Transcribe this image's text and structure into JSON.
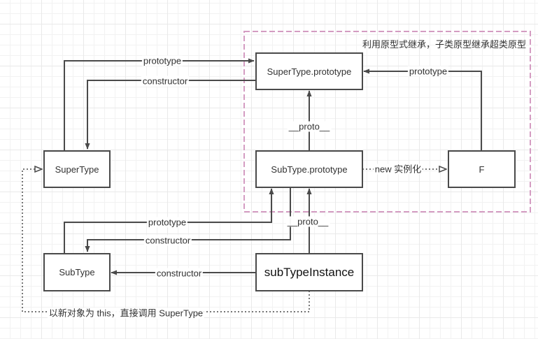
{
  "diagram": {
    "group": {
      "title": "利用原型式继承，子类原型继承超类原型",
      "border_color": "#d49cc2"
    },
    "nodes": {
      "supertype_prototype": "SuperType.prototype",
      "subtype_prototype": "SubType.prototype",
      "f": "F",
      "supertype": "SuperType",
      "subtype": "SubType",
      "subtype_instance": "subTypeInstance"
    },
    "edges": {
      "supertype_to_supertype_prototype": "prototype",
      "supertype_prototype_to_supertype": "constructor",
      "f_to_supertype_prototype": "prototype",
      "subtype_prototype_to_supertype_prototype": "__proto__",
      "subtype_prototype_to_f": "new 实例化",
      "subtype_to_subtype_prototype": "prototype",
      "subtype_prototype_to_subtype": "constructor",
      "instance_to_subtype_prototype": "__proto__",
      "instance_to_subtype": "constructor",
      "instance_to_supertype": "以新对象为 this，直接调用 SuperType"
    },
    "line_color": "#4a4a4a"
  }
}
